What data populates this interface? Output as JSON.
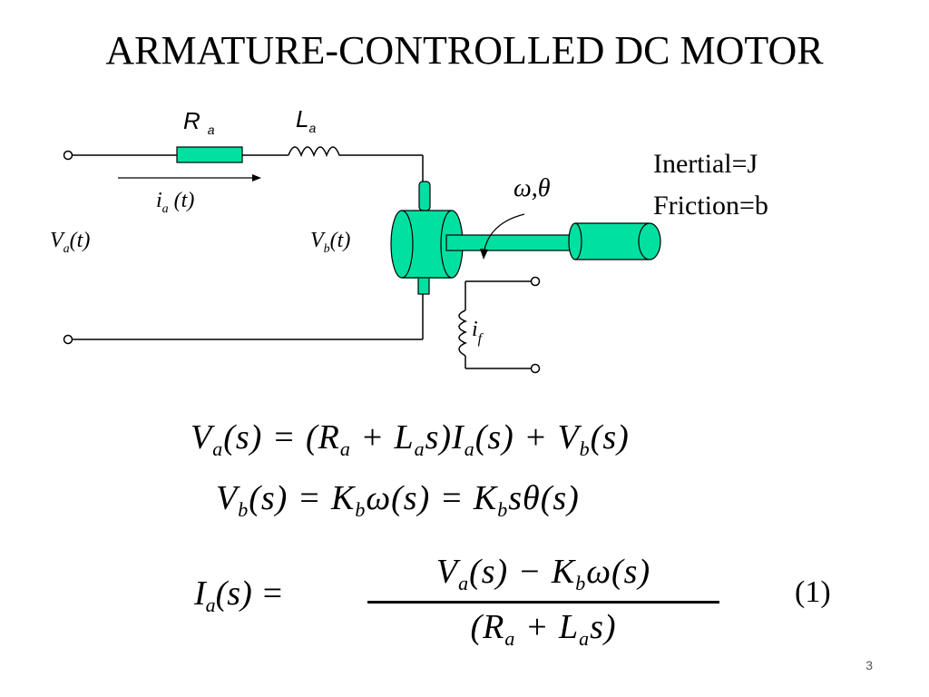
{
  "slide": {
    "title": "ARMATURE-CONTROLLED DC MOTOR",
    "page_number": "3"
  },
  "diagram": {
    "labels": {
      "Ra_main": "R",
      "Ra_sub": "a",
      "La_main": "L",
      "La_sub": "a",
      "ia_main": "i",
      "ia_sub": "a",
      "ia_arg": "(t)",
      "Va_main": "V",
      "Va_sub": "a",
      "Va_arg": "(t)",
      "Vb_main": "V",
      "Vb_sub": "b",
      "Vb_arg": "(t)",
      "omega_theta": "ω,θ",
      "if_main": "i",
      "if_sub": "f"
    },
    "properties": {
      "inertia": "Inertial=J",
      "friction": "Friction=b"
    },
    "colors": {
      "component_fill": "#00e0a0",
      "wire": "#000000"
    }
  },
  "equations": {
    "eq1": {
      "t1": "V",
      "s1": "a",
      "t2": "(s) = (R",
      "s2": "a",
      "t3": " + L",
      "s3": "a",
      "t4": "s)I",
      "s4": "a",
      "t5": "(s) + V",
      "s5": "b",
      "t6": "(s)"
    },
    "eq2": {
      "t1": "V",
      "s1": "b",
      "t2": "(s) = K",
      "s2": "b",
      "t3": "ω(s) = K",
      "s3": "b",
      "t4": "sθ(s)"
    },
    "eq3": {
      "lhs_t1": "I",
      "lhs_s1": "a",
      "lhs_t2": "(s) =",
      "num_t1": "V",
      "num_s1": "a",
      "num_t2": "(s) − K",
      "num_s2": "b",
      "num_t3": "ω(s)",
      "den_t1": "(R",
      "den_s1": "a",
      "den_t2": " + L",
      "den_s2": "a",
      "den_t3": "s)",
      "number": "(1)"
    }
  }
}
